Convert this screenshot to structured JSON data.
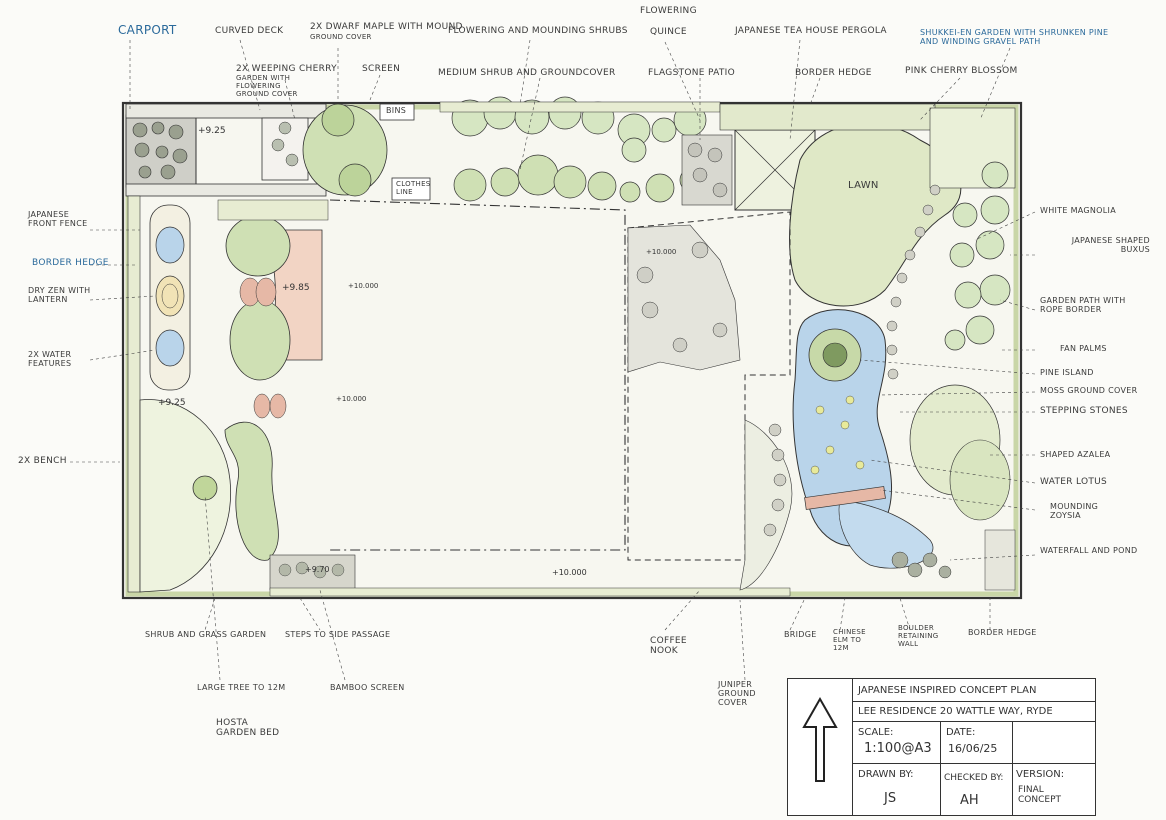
{
  "labels_top": {
    "carport": "CARPORT",
    "curved_deck": "CURVED DECK",
    "dwarf_maple": "2x DWARF MAPLE WITH MOUND",
    "dwarf_maple_sub": "GROUND COVER",
    "weeping_cherry": "2x WEEPING CHERRY",
    "weeping_cherry_sub": "GARDEN WITH FLOWERING GROUND COVER",
    "screen": "SCREEN",
    "flowering_shrubs": "FLOWERING AND MOUNDING SHRUBS",
    "medium_shrub": "MEDIUM SHRUB AND GROUNDCOVER",
    "flowering_quince_a": "FLOWERING",
    "flowering_quince_b": "QUINCE",
    "flagstone": "FLAGSTONE PATIO",
    "tea_house": "JAPANESE TEA HOUSE PERGOLA",
    "border_hedge_top": "BORDER HEDGE",
    "pink_cherry": "PINK CHERRY BLOSSOM",
    "shukkei": "SHUKKEI-EN GARDEN WITH SHRUNKEN PINE AND WINDING GRAVEL PATH",
    "bins": "BINS",
    "clothes_line": "CLOTHES LINE",
    "lawn": "LAWN"
  },
  "labels_left": {
    "front_fence": "JAPANESE FRONT FENCE",
    "border_hedge": "BORDER HEDGE",
    "dry_zen": "DRY ZEN WITH LANTERN",
    "water_features": "2x WATER FEATURES",
    "bench": "2x BENCH"
  },
  "labels_right": {
    "white_magnolia": "WHITE MAGNOLIA",
    "shaped_buxus": "JAPANESE SHAPED BUXUS",
    "garden_path": "GARDEN PATH WITH ROPE BORDER",
    "fan_palms": "FAN PALMS",
    "pine_island": "PINE ISLAND",
    "moss": "MOSS GROUND COVER",
    "stepping_stones": "STEPPING STONES",
    "shaped_azalea": "SHAPED AZALEA",
    "water_lotus": "WATER LOTUS",
    "mounding_zoysia": "MOUNDING ZOYSIA",
    "waterfall_pond": "WATERFALL AND POND"
  },
  "labels_bottom": {
    "shrub_grass": "SHRUB AND GRASS GARDEN",
    "steps_side": "STEPS TO SIDE PASSAGE",
    "large_tree": "LARGE TREE TO 12M",
    "hosta": "HOSTA GARDEN BED",
    "bamboo": "BAMBOO SCREEN",
    "coffee_nook": "COFFEE NOOK",
    "juniper": "JUNIPER GROUND COVER",
    "bridge": "BRIDGE",
    "chinese_elm": "CHINESE ELM TO 12M",
    "retaining_wall": "BOULDER RETAINING WALL",
    "border_hedge_bottom": "BORDER HEDGE"
  },
  "levels": {
    "l1": "+9.25",
    "l2": "+9.85",
    "l3": "+10.000",
    "l4": "+9.25",
    "l5": "+10.000",
    "l6": "+9.70",
    "l7": "+10.000",
    "l8": "+10.000"
  },
  "title_block": {
    "title": "JAPANESE INSPIRED CONCEPT PLAN",
    "project": "LEE RESIDENCE 20 WATTLE WAY, RYDE",
    "scale_label": "SCALE:",
    "scale_value": "1:100@A3",
    "date_label": "DATE:",
    "date_value": "16/06/25",
    "drawn_label": "DRAWN BY:",
    "drawn_value": "JS",
    "checked_label": "CHECKED BY:",
    "checked_value": "AH",
    "version_label": "VERSION:",
    "version_value": "FINAL CONCEPT"
  },
  "colors": {
    "ink": "#333333",
    "lawn": "#dfe8c6",
    "planting": "#cfe0b4",
    "water": "#b9d4ea",
    "paving": "#d8d8d0",
    "deck": "#f2d4c4",
    "hedge": "#e7ecd2"
  }
}
